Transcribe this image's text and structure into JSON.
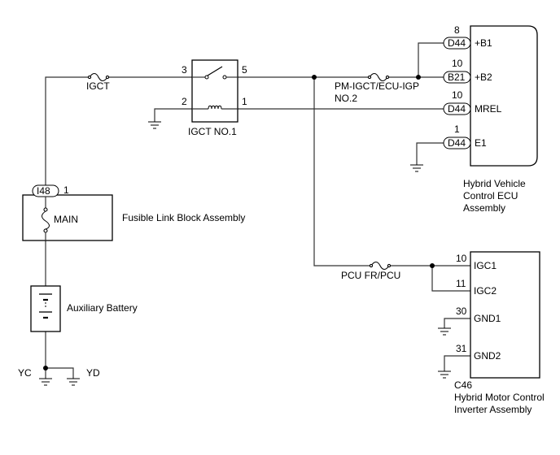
{
  "fuses": {
    "igct": "IGCT",
    "pm_igct_line1": "PM-IGCT/ECU-IGP",
    "pm_igct_line2": "NO.2",
    "pcu": "PCU FR/PCU"
  },
  "relay": {
    "name": "IGCT NO.1",
    "pin3": "3",
    "pin5": "5",
    "pin2": "2",
    "pin1": "1"
  },
  "ecu": {
    "name_line1": "Hybrid Vehicle",
    "name_line2": "Control ECU",
    "name_line3": "Assembly",
    "pins": [
      {
        "num": "8",
        "connector": "D44",
        "signal": "+B1"
      },
      {
        "num": "10",
        "connector": "B21",
        "signal": "+B2"
      },
      {
        "num": "10",
        "connector": "D44",
        "signal": "MREL"
      },
      {
        "num": "1",
        "connector": "D44",
        "signal": "E1"
      }
    ]
  },
  "fusible_link": {
    "connector": "I48",
    "pin": "1",
    "label": "MAIN",
    "name": "Fusible Link Block Assembly"
  },
  "battery": {
    "name": "Auxiliary Battery"
  },
  "grounds": {
    "yc": "YC",
    "yd": "YD"
  },
  "inverter": {
    "connector": "C46",
    "name_line1": "Hybrid Motor Control",
    "name_line2": "Inverter Assembly",
    "pins": [
      {
        "num": "10",
        "signal": "IGC1"
      },
      {
        "num": "11",
        "signal": "IGC2"
      },
      {
        "num": "30",
        "signal": "GND1"
      },
      {
        "num": "31",
        "signal": "GND2"
      }
    ]
  }
}
